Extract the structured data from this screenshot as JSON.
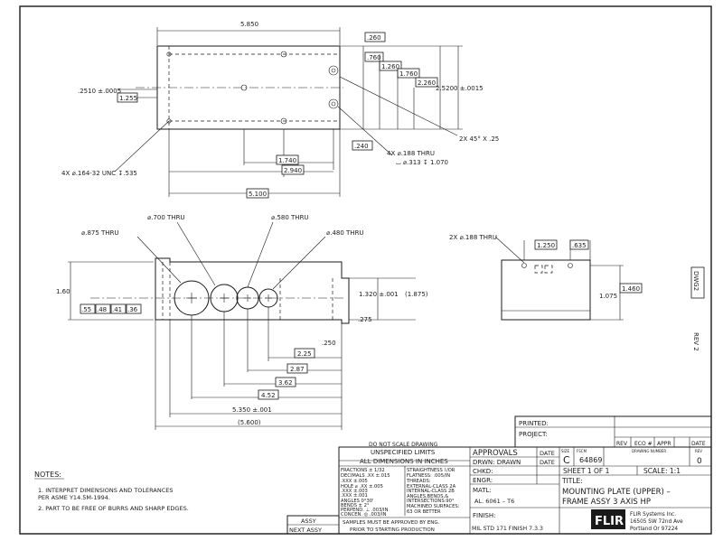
{
  "top_view": {
    "overall_width": "5.850",
    "d_260": ".260",
    "d_760": ".760",
    "d_1260": "1.260",
    "d_1760": "1.760",
    "d_2260": "2.260",
    "d_height": "2.5200 ±.0015",
    "d_2510": ".2510 ±.0005",
    "d_1255": "1.255",
    "d_240": ".240",
    "d_1740": "1.740",
    "d_2940": "2.940",
    "d_5100": "5.100",
    "chamfer": "2X 45° X .25",
    "tap_note": "4X ⌀.164-32 UNC ↧.535",
    "hole_note_1": "4X ⌀.188 THRU",
    "hole_note_2": "⌴ ⌀.313 ↧ 1.070"
  },
  "front_view": {
    "hole_700": "⌀.700 THRU",
    "hole_580": "⌀.580 THRU",
    "hole_480": "⌀.480 THRU",
    "hole_875": "⌀.875 THRU",
    "d_160": "1.60",
    "d_55": ".55",
    "d_48": ".48",
    "d_41": ".41",
    "d_36": ".36",
    "d_1320": "1.320 ±.001",
    "d_1875": "(1.875)",
    "d_275": ".275",
    "d_250": ".250",
    "d_225": "2.25",
    "d_287": "2.87",
    "d_362": "3.62",
    "d_452": "4.52",
    "d_5350": "5.350 ±.001",
    "d_5600": "(5.600)"
  },
  "side_view": {
    "hole_note": "2X ⌀.188 THRU",
    "d_1250": "1.250",
    "d_635": ".635",
    "d_1075": "1.075",
    "d_1460": "1.460"
  },
  "margin": {
    "dwg_no": "DWG2",
    "rev": "REV 2"
  },
  "notes": {
    "heading": "NOTES:",
    "items": [
      "1.  INTERPRET DIMENSIONS AND TOLERANCES",
      "     PER ASME Y14.5M-1994.",
      "2.  PART TO BE FREE OF BURRS AND SHARP EDGES."
    ]
  },
  "title_block": {
    "do_not_scale": "DO NOT SCALE DRAWING",
    "unspecified_1": "UNSPECIFIED LIMITS",
    "unspecified_2": "ALL DIMENSIONS IN INCHES",
    "tol_left": [
      "FRACTIONS ± 1/32",
      "DECIMALS .XX ±.015",
      "             .XXX ±.005",
      "HOLE ⌀    .XX   ±.005",
      "             .XXX ±.003",
      "             .XXX ±.001",
      "ANGLES 0°30'",
      "BENDS        ± 2°",
      "PERPEND. ⊥ .003/IN",
      "CONCEN. ◎ .003/IN"
    ],
    "tol_right": [
      "STRAIGHTNESS ⌇/OR",
      "    FLATNESS: .005/IN",
      "THREADS:",
      "  EXTERNAL-CLASS 2A",
      "  INTERNAL-CLASS 2B",
      "ANGLES,BENDS,&",
      "  INTERSECTIONS:90°",
      "MACHINED SURFACES:",
      "     63  OR BETTER"
    ],
    "samples_1": "SAMPLES MUST BE APPROVED BY ENG.",
    "samples_2": "PRIOR TO STARTING PRODUCTION",
    "printed": "PRINTED:",
    "project": "PROJECT:",
    "approvals": "APPROVALS",
    "date": "DATE",
    "drwn": "DRWN: DRAWN",
    "chkd": "CHKD:",
    "engr": "ENGR:",
    "matl_label": "MATL:",
    "matl_value": "AL. 6061 – T6",
    "finish_label": "FINISH:",
    "finish_value": "MIL STD 171 FINISH 7.3.3",
    "rev": "REV",
    "eco": "ECO #",
    "appr": "APPR",
    "size_label": "SIZE",
    "size_value": "C",
    "fscm_label": "FSCM",
    "fscm_value": "64869",
    "drawing_number": "DRAWING NUMBER",
    "rev_small": "REV",
    "rev_value": "0",
    "sheet": "SHEET 1 OF 1",
    "scale": "SCALE:   1:1",
    "title_label": "TITLE:",
    "title_1": "MOUNTING PLATE (UPPER) –",
    "title_2": "FRAME ASSY 3 AXIS HP",
    "assy": "ASSY",
    "next_assy": "NEXT ASSY",
    "logo": "FLIR",
    "company_1": "FLIR Systems Inc.",
    "company_2": "16505 SW 72nd Ave",
    "company_3": "Portland Or   97224"
  }
}
